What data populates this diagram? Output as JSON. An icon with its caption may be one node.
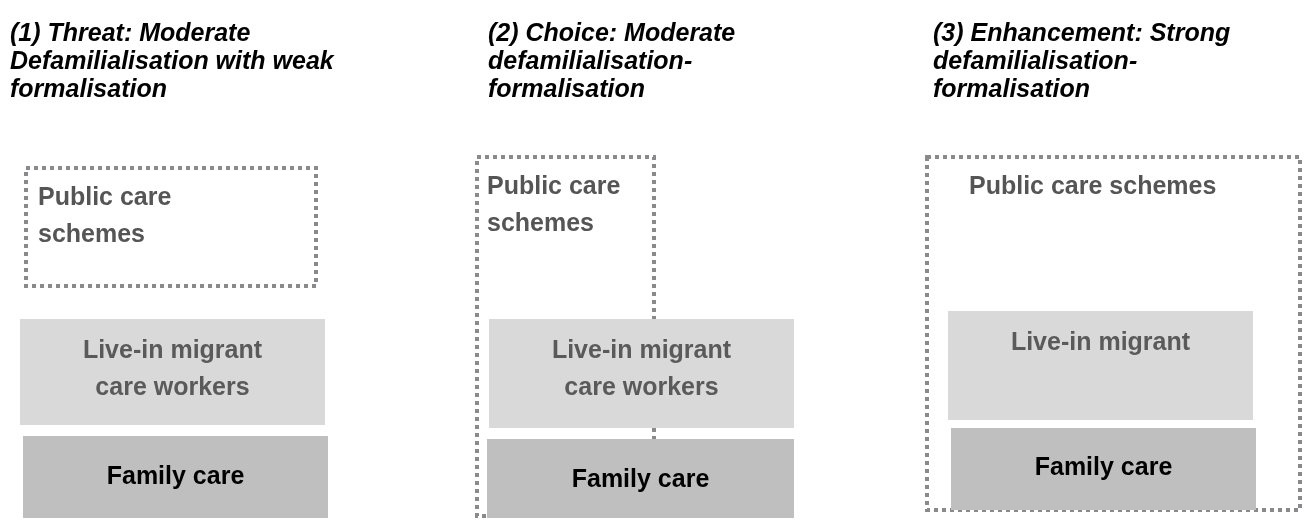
{
  "diagram": {
    "nodes": [
      {
        "text": [
          "Public care schemes"
        ]
      },
      {
        "text": [
          "Live-in migrant care workers"
        ]
      },
      {
        "text": [
          "Family care"
        ]
      },
      {
        "text": [
          "Public care schemes"
        ]
      },
      {
        "text": [
          "Live-in migrant care workers"
        ]
      },
      {
        "text": [
          "Family care"
        ]
      },
      {
        "text": [
          "Public care schemes"
        ]
      },
      {
        "text": [
          "Live-in migrant"
        ],
        "in": 6
      },
      {
        "text": [
          "Family care"
        ],
        "in": 6
      }
    ],
    "labels": [
      "(1) Threat: Moderate Defamilialisation with weak formalisation",
      "(2) Choice: Moderate defamilialisation-formalisation",
      "(3) Enhancement: Strong defamilialisation-formalisation"
    ]
  }
}
